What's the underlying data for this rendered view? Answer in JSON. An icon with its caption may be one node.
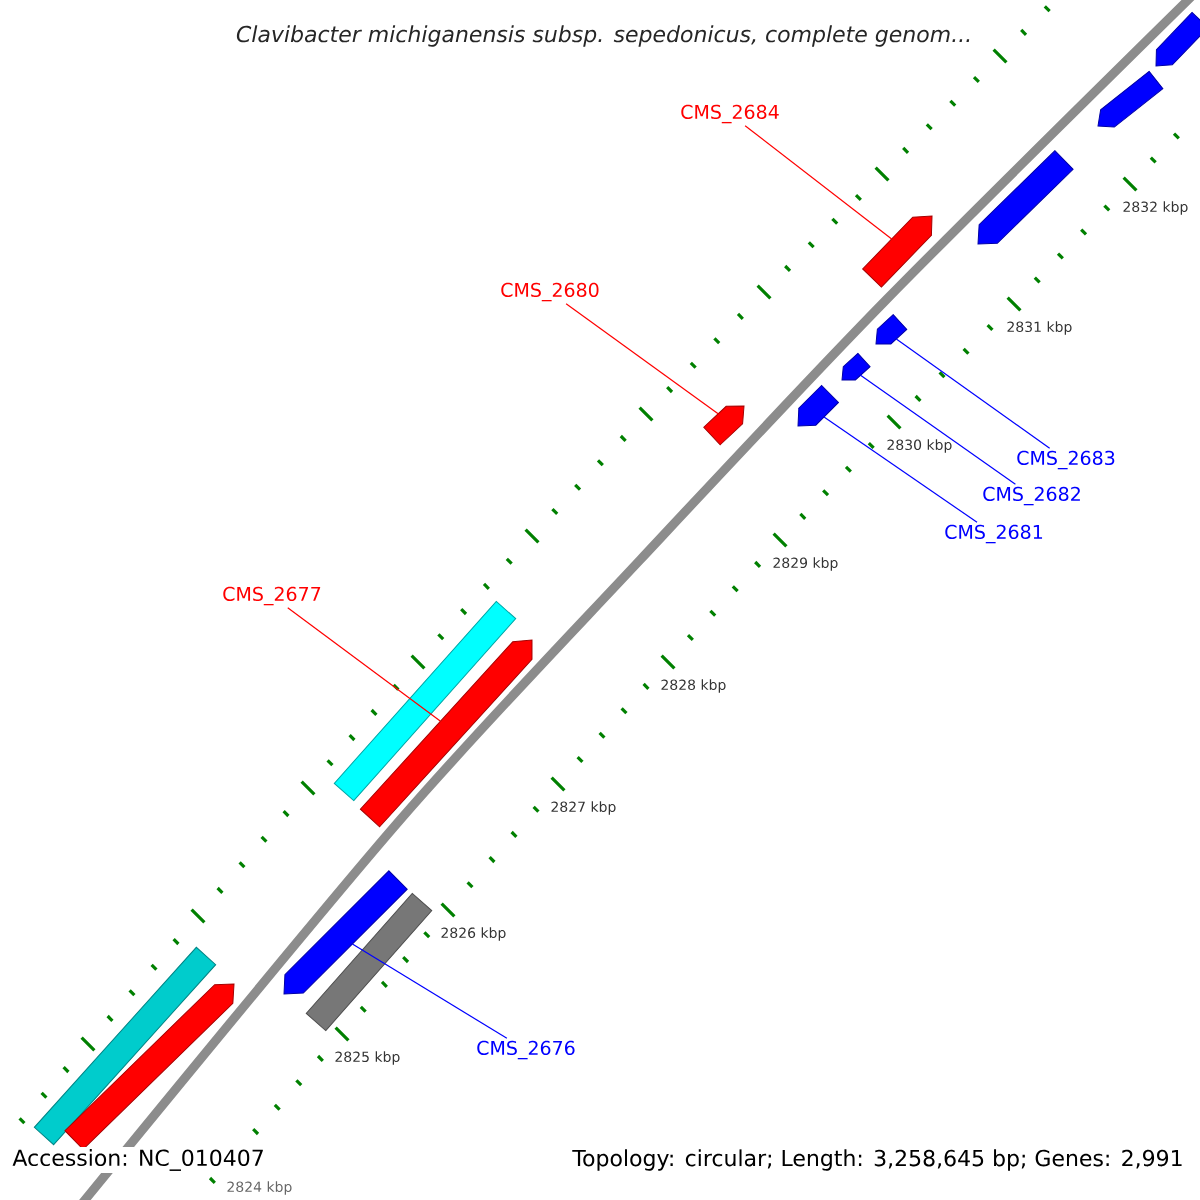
{
  "diagram": {
    "title": "Clavibacter michiganensis subsp. sepedonicus, complete genom...",
    "nodes": [
      {
        "text": [
          "CMS_2684"
        ]
      },
      {
        "text": [
          "CMS_2680"
        ]
      },
      {
        "text": [
          "CMS_2683"
        ]
      },
      {
        "text": [
          "CMS_2682"
        ]
      },
      {
        "text": [
          "CMS_2681"
        ]
      },
      {
        "text": [
          "CMS_2677"
        ]
      },
      {
        "text": [
          "CMS_2676"
        ]
      },
      {
        "text": [],
        "shape": "pentagon"
      },
      {
        "text": [],
        "shape": "pentagon"
      },
      {
        "text": [],
        "shape": "pentagon"
      },
      {
        "text": [],
        "shape": "pentagon"
      },
      {
        "text": [],
        "shape": "pentagon"
      },
      {
        "text": [],
        "shape": "pentagon"
      },
      {
        "text": [],
        "shape": "pentagon"
      },
      {
        "text": [],
        "shape": "pentagon"
      },
      {
        "text": [],
        "shape": "bar"
      },
      {
        "text": [],
        "shape": "pentagon"
      },
      {
        "text": [],
        "shape": "pentagon"
      },
      {
        "text": [],
        "shape": "bar"
      },
      {
        "text": [],
        "shape": "bar"
      },
      {
        "text": [],
        "shape": "pentagon"
      }
    ],
    "edges": [
      {
        "from": 0,
        "to": 10,
        "arrow": "none",
        "color": "#ff0000"
      },
      {
        "from": 1,
        "to": 14,
        "arrow": "none",
        "color": "#ff0000"
      },
      {
        "from": 2,
        "to": 11,
        "arrow": "none"
      },
      {
        "from": 3,
        "to": 12,
        "arrow": "none"
      },
      {
        "from": 4,
        "to": 13,
        "arrow": "none"
      },
      {
        "from": 5,
        "to": 16,
        "arrow": "none",
        "color": "#ff0000"
      },
      {
        "from": 6,
        "to": 17,
        "arrow": "none"
      }
    ],
    "labels": [
      "2832 kbp",
      "2831 kbp",
      "2830 kbp",
      "2829 kbp",
      "2828 kbp",
      "2827 kbp",
      "2826 kbp",
      "2825 kbp",
      "2824 kbp",
      "Accession: NC_010407",
      "Topology: circular; Length: 3,258,645 bp; Genes: 2,991"
    ]
  }
}
